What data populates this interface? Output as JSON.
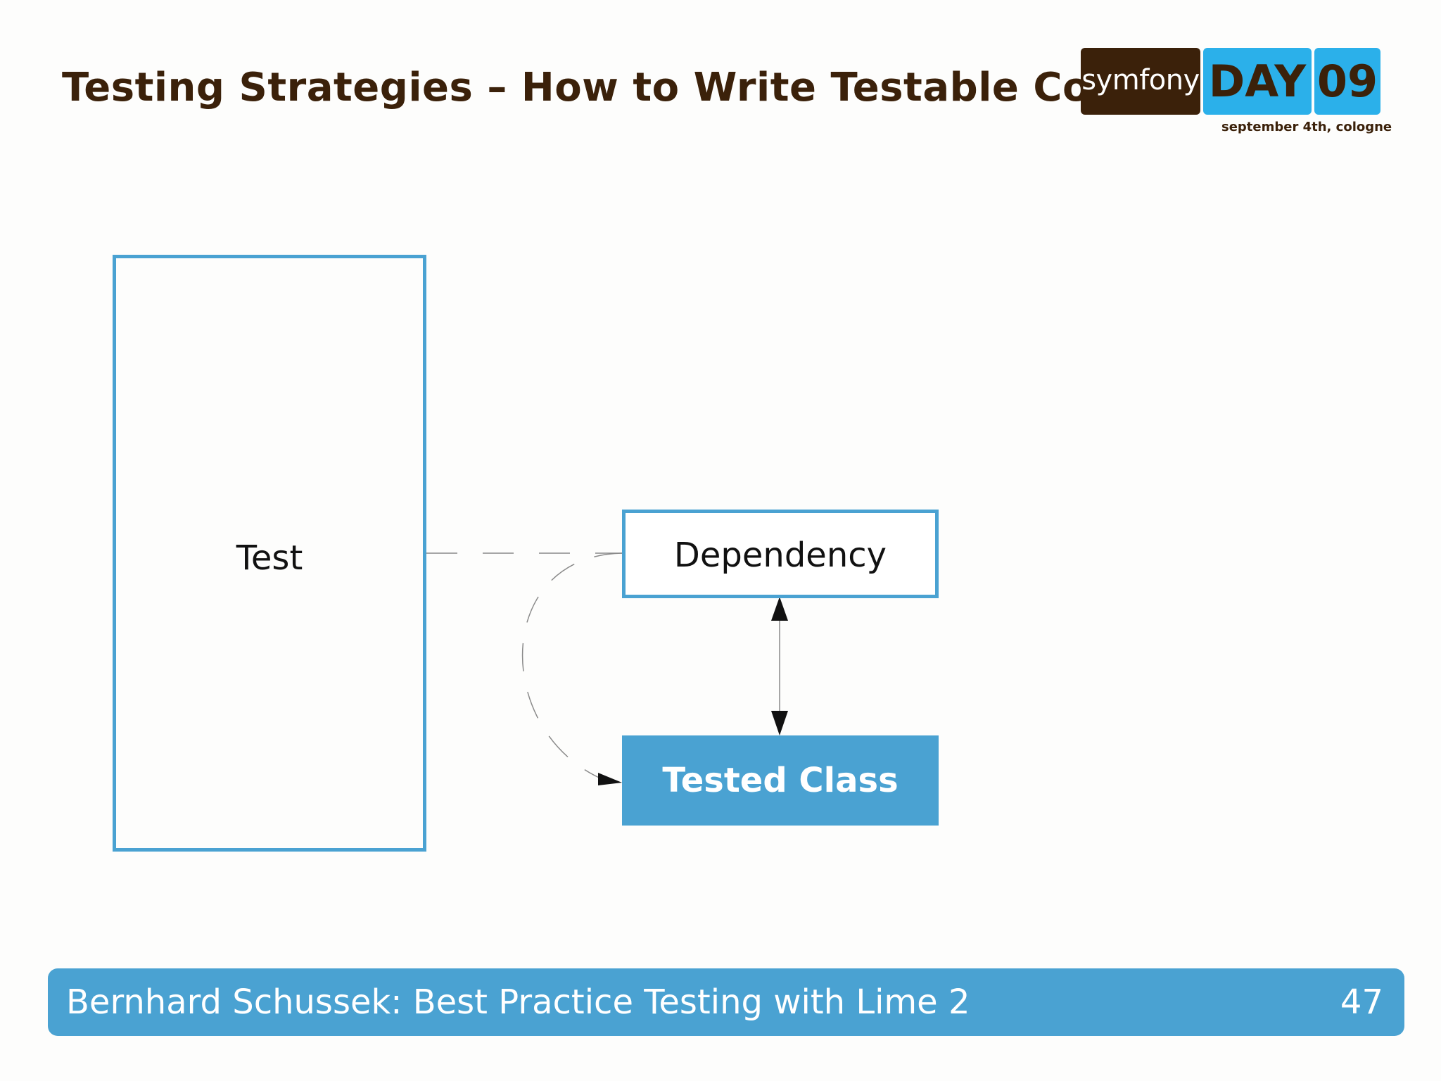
{
  "slide": {
    "title": "Testing Strategies – How to Write Testable Code?"
  },
  "logo": {
    "brand": "symfony",
    "event": "DAY",
    "year": "09",
    "subtitle": "september 4th, cologne",
    "colors": {
      "brown": "#3b210a",
      "blue": "#2bb0ea"
    }
  },
  "diagram": {
    "nodes": {
      "test": "Test",
      "dependency": "Dependency",
      "tested_class": "Tested Class"
    },
    "edges": [
      {
        "from": "Test",
        "to": "Dependency",
        "style": "dashed"
      },
      {
        "from": "Dependency",
        "to": "Tested Class",
        "style": "dashed-curve",
        "arrow": "end"
      },
      {
        "from": "Dependency",
        "to": "Tested Class",
        "style": "solid",
        "arrow": "both"
      }
    ],
    "accent_color": "#4aa2d2"
  },
  "footer": {
    "text": "Bernhard Schussek: Best Practice Testing with Lime 2",
    "page_number": "47"
  }
}
